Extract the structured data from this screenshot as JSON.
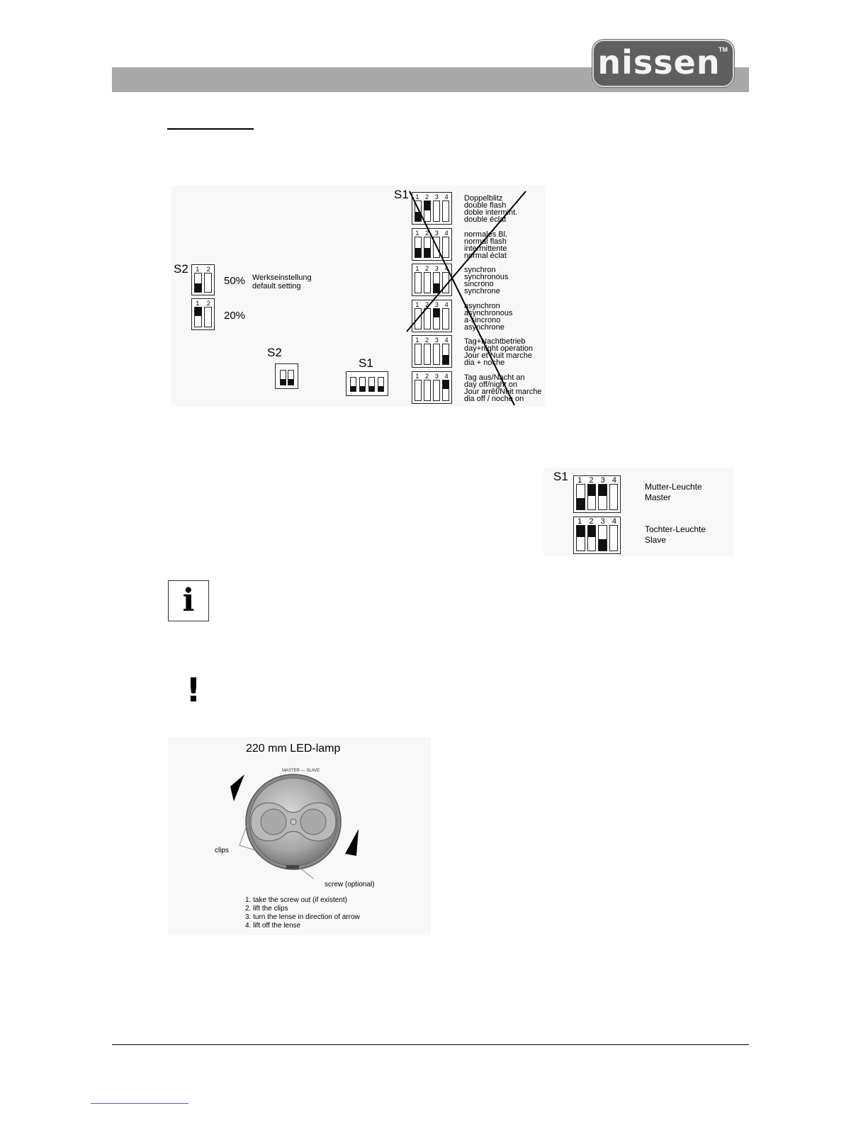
{
  "header": {
    "logo_text": "nissen",
    "logo_tm": "TM"
  },
  "figure_switches": {
    "s2_label": "S2",
    "s2_50_pct": "50%",
    "s2_default_line1": "Werkseinstellung",
    "s2_default_line2": "default setting",
    "s2_20_pct": "20%",
    "s2_small_label": "S2",
    "s1_small_label": "S1",
    "s1_label": "S1",
    "s1_rows": [
      {
        "lines": [
          "Doppelblitz",
          "double flash",
          "doble intermint.",
          "double éclat"
        ],
        "pos": [
          "down",
          "up",
          "off",
          "off"
        ]
      },
      {
        "lines": [
          "normales Bl.",
          "normal flash",
          "intermittente",
          "normal éclat"
        ],
        "pos": [
          "down",
          "down",
          "off",
          "off"
        ]
      },
      {
        "lines": [
          "synchron",
          "synchronous",
          "sincrono",
          "synchrone"
        ],
        "pos": [
          "off",
          "off",
          "down",
          "off"
        ]
      },
      {
        "lines": [
          "asynchron",
          "asynchronous",
          "a-sincrono",
          "asynchrone"
        ],
        "pos": [
          "off",
          "off",
          "up",
          "off"
        ]
      },
      {
        "lines": [
          "Tag+Nachtbetrieb",
          "day+night operation",
          "Jour et Nuit marche",
          "dia + noche"
        ],
        "pos": [
          "off",
          "off",
          "off",
          "down"
        ]
      },
      {
        "lines": [
          "Tag aus/Nacht an",
          "day off/night on",
          "Jour arrêt/Nuit marche",
          "dia off / noche on"
        ],
        "pos": [
          "off",
          "off",
          "off",
          "up"
        ]
      }
    ]
  },
  "figure_master_slave": {
    "label": "S1",
    "master_line1": "Mutter-Leuchte",
    "master_line2": "Master",
    "slave_line1": "Tochter-Leuchte",
    "slave_line2": "Slave"
  },
  "icons": {
    "info": "i",
    "warning": "!"
  },
  "lamp_figure": {
    "title": "220 mm LED-lamp",
    "clips_label": "clips",
    "screw_label": "screw (optional)",
    "rim_text": "MASTER — SLAVE",
    "steps": [
      "1. take the screw out (if existent)",
      "2. lift the clips",
      "3. turn the lense in direction of arrow",
      "4. lift off the lense"
    ]
  },
  "switch_numbers": [
    "1",
    "2",
    "3",
    "4"
  ],
  "colors": {
    "header_bar": "#a9a9a9",
    "logo_bg": "#5f5f5f",
    "link_underline": "#4a5cc8"
  }
}
